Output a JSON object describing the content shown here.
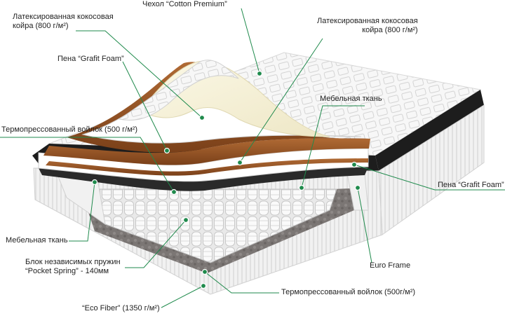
{
  "accent_color": "#1f8a4c",
  "labels": {
    "coir_left_line1": "Латексированная кокосовая",
    "coir_left_line2": "койра (800 г/м²)",
    "cover": "Чехол “Cotton Premium”",
    "coir_right_line1": "Латексированная кокосовая",
    "coir_right_line2": "койра (800 г/м²)",
    "foam_left": "Пена “Grafit Foam”",
    "fabric_right": "Мебельная ткань",
    "felt_left": "Термопрессованный войлок (500 г/м²)",
    "foam_right": "Пена “Grafit Foam”",
    "fabric_left": "Мебельная ткань",
    "springs_line1": "Блок независимых пружин",
    "springs_line2": "“Pocket Spring” - 140мм",
    "euro_frame": "Euro Frame",
    "felt_bottom": "Термопрессованный войлок (500г/м²)",
    "eco_fiber": "“Eco Fiber” (1350 г/м²)"
  }
}
